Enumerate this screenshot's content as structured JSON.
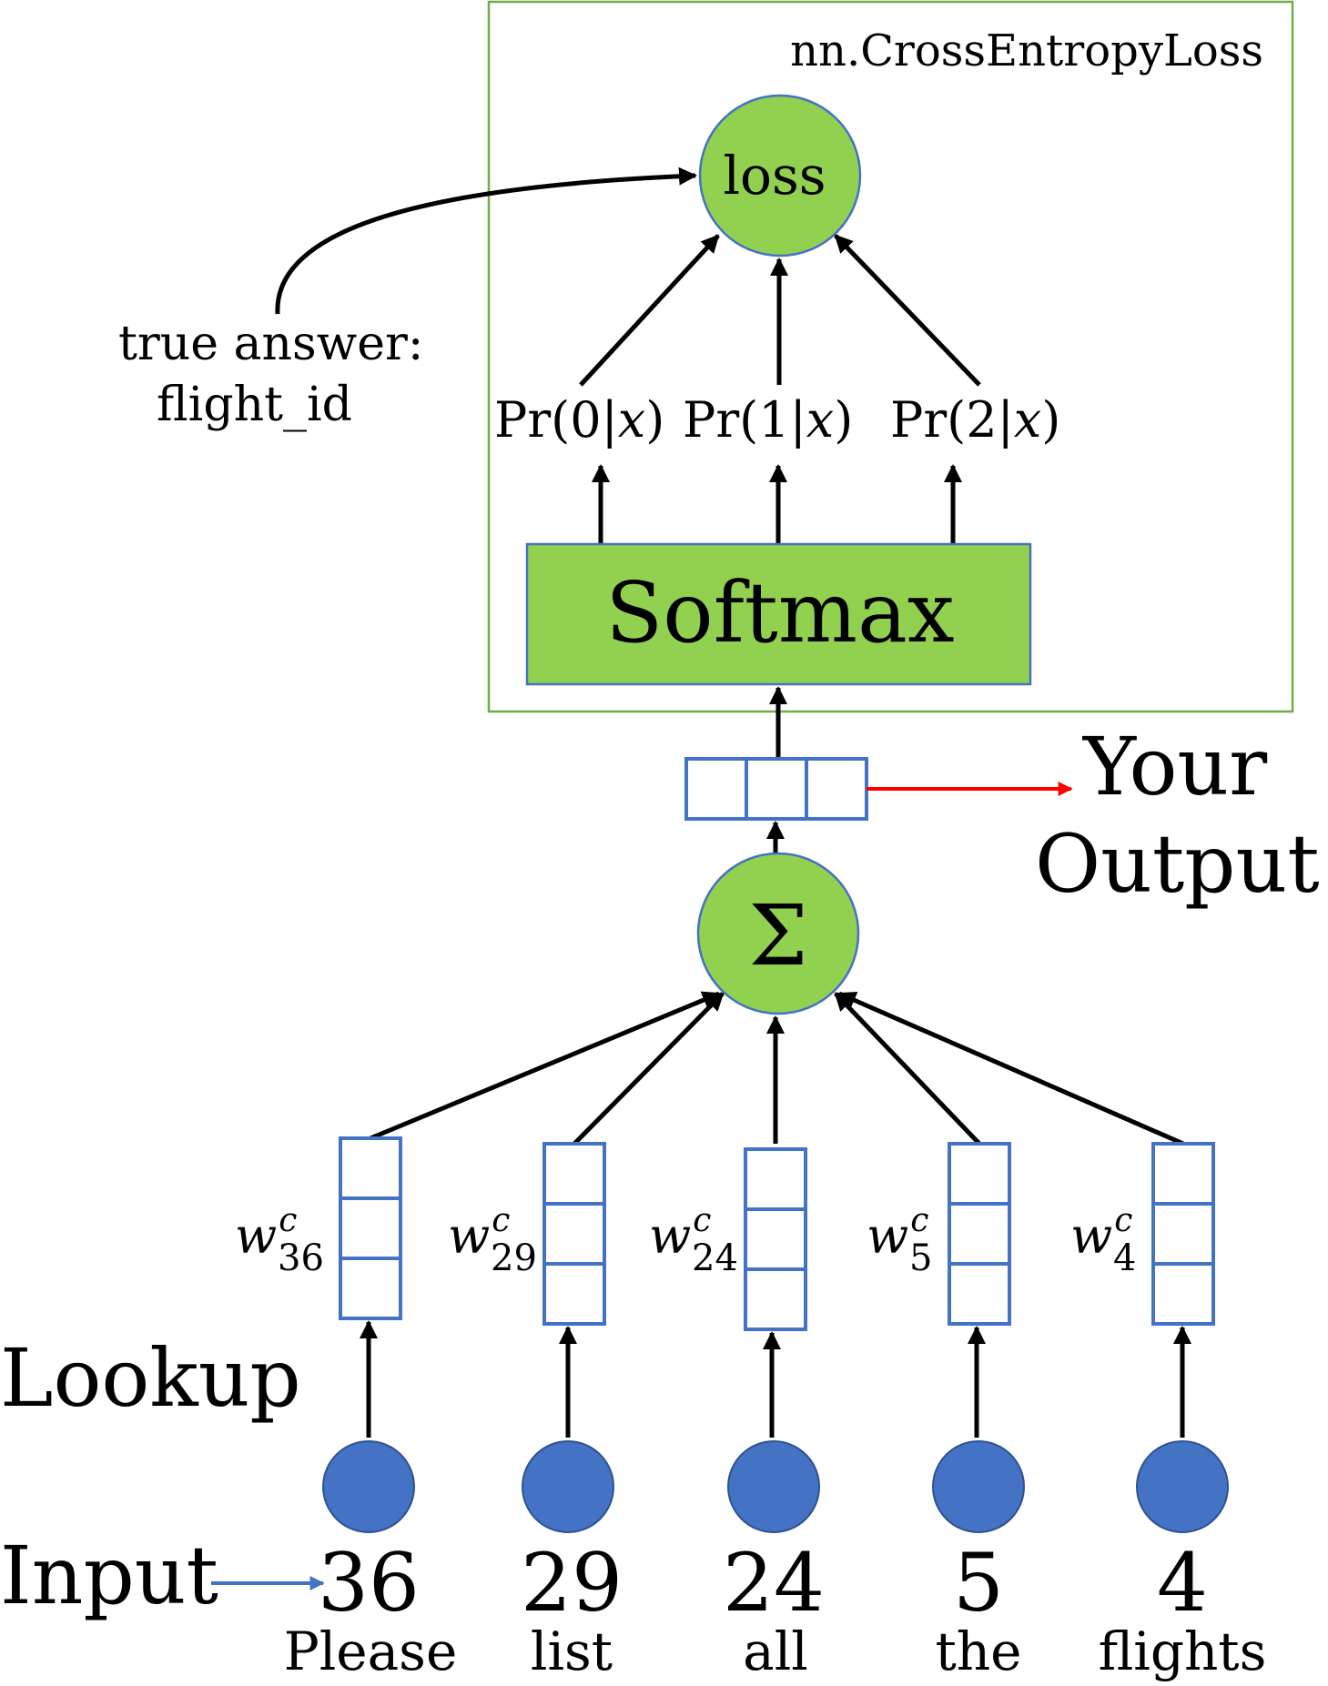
{
  "box": {
    "label": "nn.CrossEntropyLoss"
  },
  "loss_node": {
    "label": "loss"
  },
  "true_answer": {
    "line1": "true answer:",
    "line2": "flight_id"
  },
  "probabilities": [
    {
      "prefix": "Pr(0|",
      "var": "x",
      "suffix": ")"
    },
    {
      "prefix": "Pr(1|",
      "var": "x",
      "suffix": ")"
    },
    {
      "prefix": "Pr(2|",
      "var": "x",
      "suffix": ")"
    }
  ],
  "softmax": {
    "label": "Softmax"
  },
  "output": {
    "line1": "Your",
    "line2": "Output"
  },
  "sum_node": {
    "label": "Σ"
  },
  "embeddings": [
    {
      "symbol": "w",
      "superscript": "c",
      "subscript": "36"
    },
    {
      "symbol": "w",
      "superscript": "c",
      "subscript": "29"
    },
    {
      "symbol": "w",
      "superscript": "c",
      "subscript": "24"
    },
    {
      "symbol": "w",
      "superscript": "c",
      "subscript": "5"
    },
    {
      "symbol": "w",
      "superscript": "c",
      "subscript": "4"
    }
  ],
  "lookup_label": "Lookup",
  "input_label": "Input",
  "tokens": [
    {
      "id": "36",
      "word": "Please"
    },
    {
      "id": "29",
      "word": "list"
    },
    {
      "id": "24",
      "word": "all"
    },
    {
      "id": "5",
      "word": "the"
    },
    {
      "id": "4",
      "word": "flights"
    }
  ],
  "colors": {
    "node_green": "#92d050",
    "border_blue": "#4472c4",
    "input_blue": "#4472c4",
    "box_green": "#70ad47",
    "output_arrow_red": "#ff0000"
  }
}
